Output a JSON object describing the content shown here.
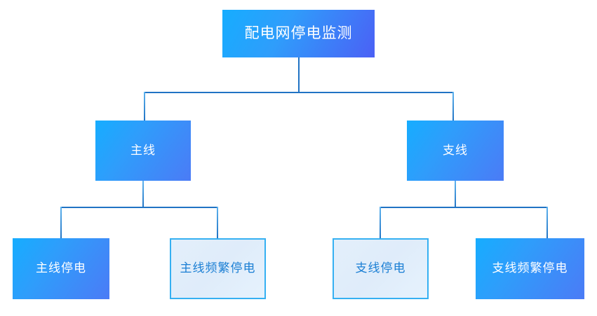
{
  "diagram": {
    "type": "org-tree",
    "title_node": {
      "id": "root",
      "label": "配电网停电监测",
      "style": "filled-gradient",
      "text_color": "#ffffff"
    },
    "level2": [
      {
        "id": "main",
        "label": "主线",
        "style": "filled-gradient",
        "text_color": "#ffffff"
      },
      {
        "id": "branch",
        "label": "支线",
        "style": "filled-gradient",
        "text_color": "#ffffff"
      }
    ],
    "level3": [
      {
        "id": "main-outage",
        "label": "主线停电",
        "parent": "main",
        "style": "filled-gradient",
        "text_color": "#ffffff"
      },
      {
        "id": "main-frequent",
        "label": "主线频繁停电",
        "parent": "main",
        "style": "outline-light",
        "text_color": "#1b7fd4"
      },
      {
        "id": "branch-outage",
        "label": "支线停电",
        "parent": "branch",
        "style": "outline-light",
        "text_color": "#1b7fd4"
      },
      {
        "id": "branch-frequent",
        "label": "支线频繁停电",
        "parent": "branch",
        "style": "filled-gradient",
        "text_color": "#ffffff"
      }
    ],
    "colors": {
      "connector": "#2073c4",
      "connector_soft": "#5fb4ef",
      "gradient_start": "#16adff",
      "gradient_end": "#4b60f5",
      "outline_border": "#35b0f2",
      "outline_fill": "#e3effb",
      "background": "#ffffff"
    }
  }
}
